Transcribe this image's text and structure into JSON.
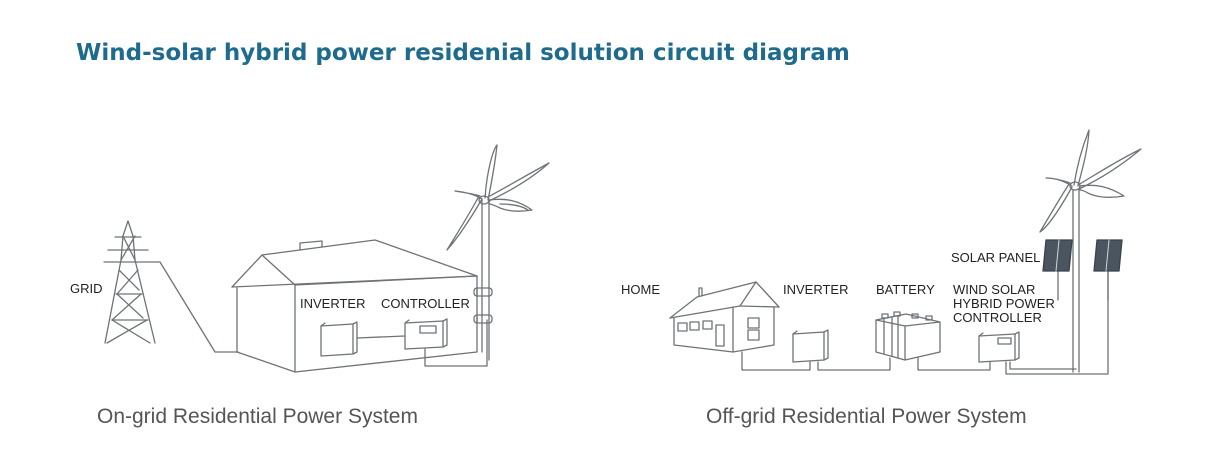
{
  "title": "Wind-solar hybrid power residenial solution circuit diagram",
  "on_grid": {
    "caption": "On-grid Residential Power System",
    "labels": {
      "grid": "GRID",
      "inverter": "INVERTER",
      "controller": "CONTROLLER"
    }
  },
  "off_grid": {
    "caption": "Off-grid Residential Power System",
    "labels": {
      "home": "HOME",
      "inverter": "INVERTER",
      "battery": "BATTERY",
      "solar_panel": "SOLAR PANEL",
      "controller_line1": "WIND SOLAR",
      "controller_line2": "HYBRID POWER",
      "controller_line3": "CONTROLLER"
    }
  },
  "colors": {
    "title": "#1f6b8e",
    "line": "#6e7378",
    "panel": "#4b5560"
  }
}
